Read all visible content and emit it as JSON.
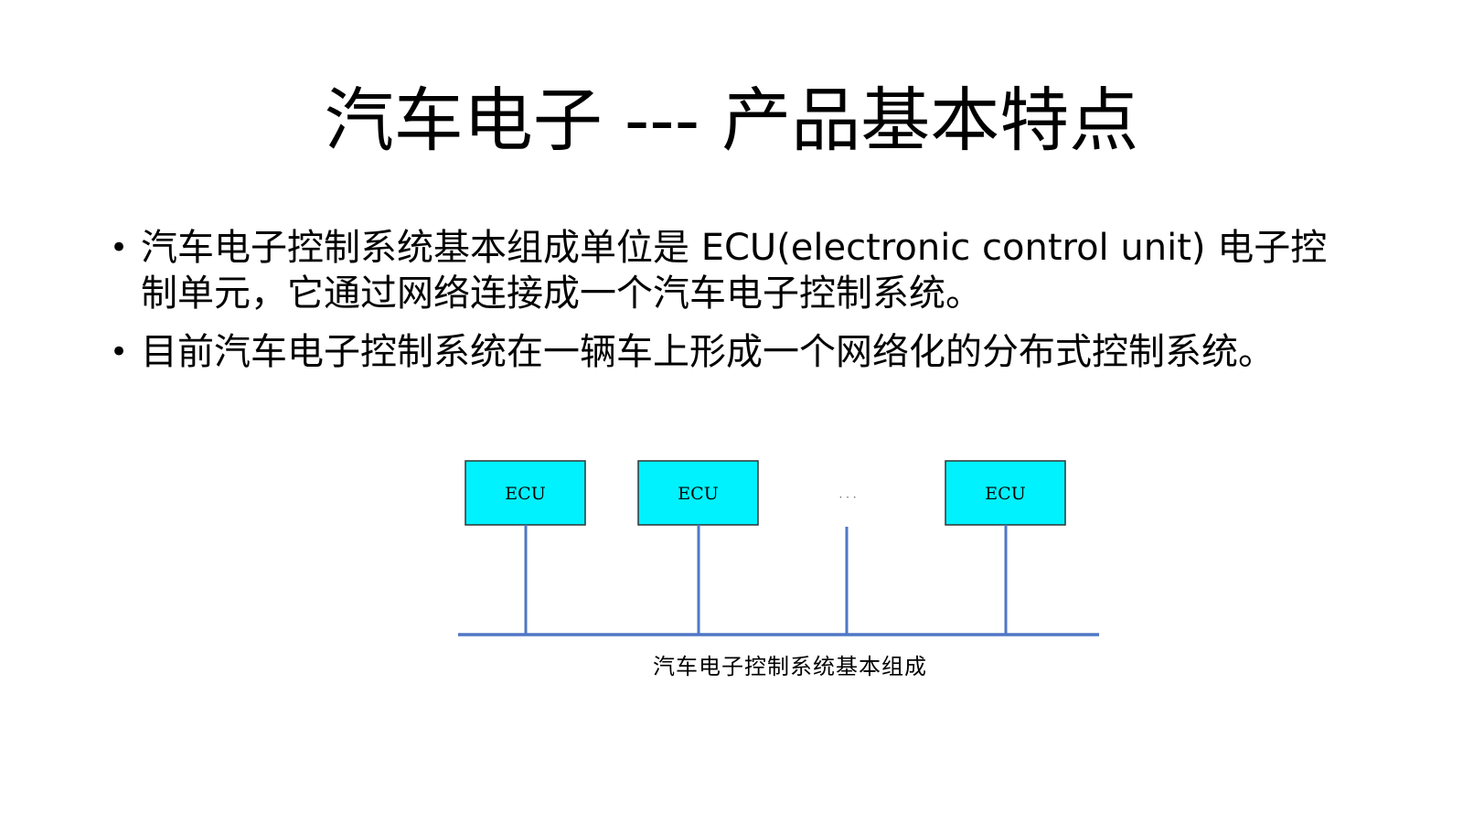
{
  "slide": {
    "title": "汽车电子 --- 产品基本特点",
    "bullets": [
      "汽车电子控制系统基本组成单位是 ECU(electronic control unit) 电子控制单元，它通过网络连接成一个汽车电子控制系统。",
      "目前汽车电子控制系统在一辆车上形成一个网络化的分布式控制系统。"
    ]
  },
  "diagram": {
    "nodes": [
      "ECU",
      "ECU",
      "ECU"
    ],
    "ellipsis": "· · ·",
    "caption": "汽车电子控制系统基本组成",
    "colors": {
      "box_fill": "#00F2FF",
      "box_stroke": "#333333",
      "bus": "#4F77C5"
    }
  }
}
